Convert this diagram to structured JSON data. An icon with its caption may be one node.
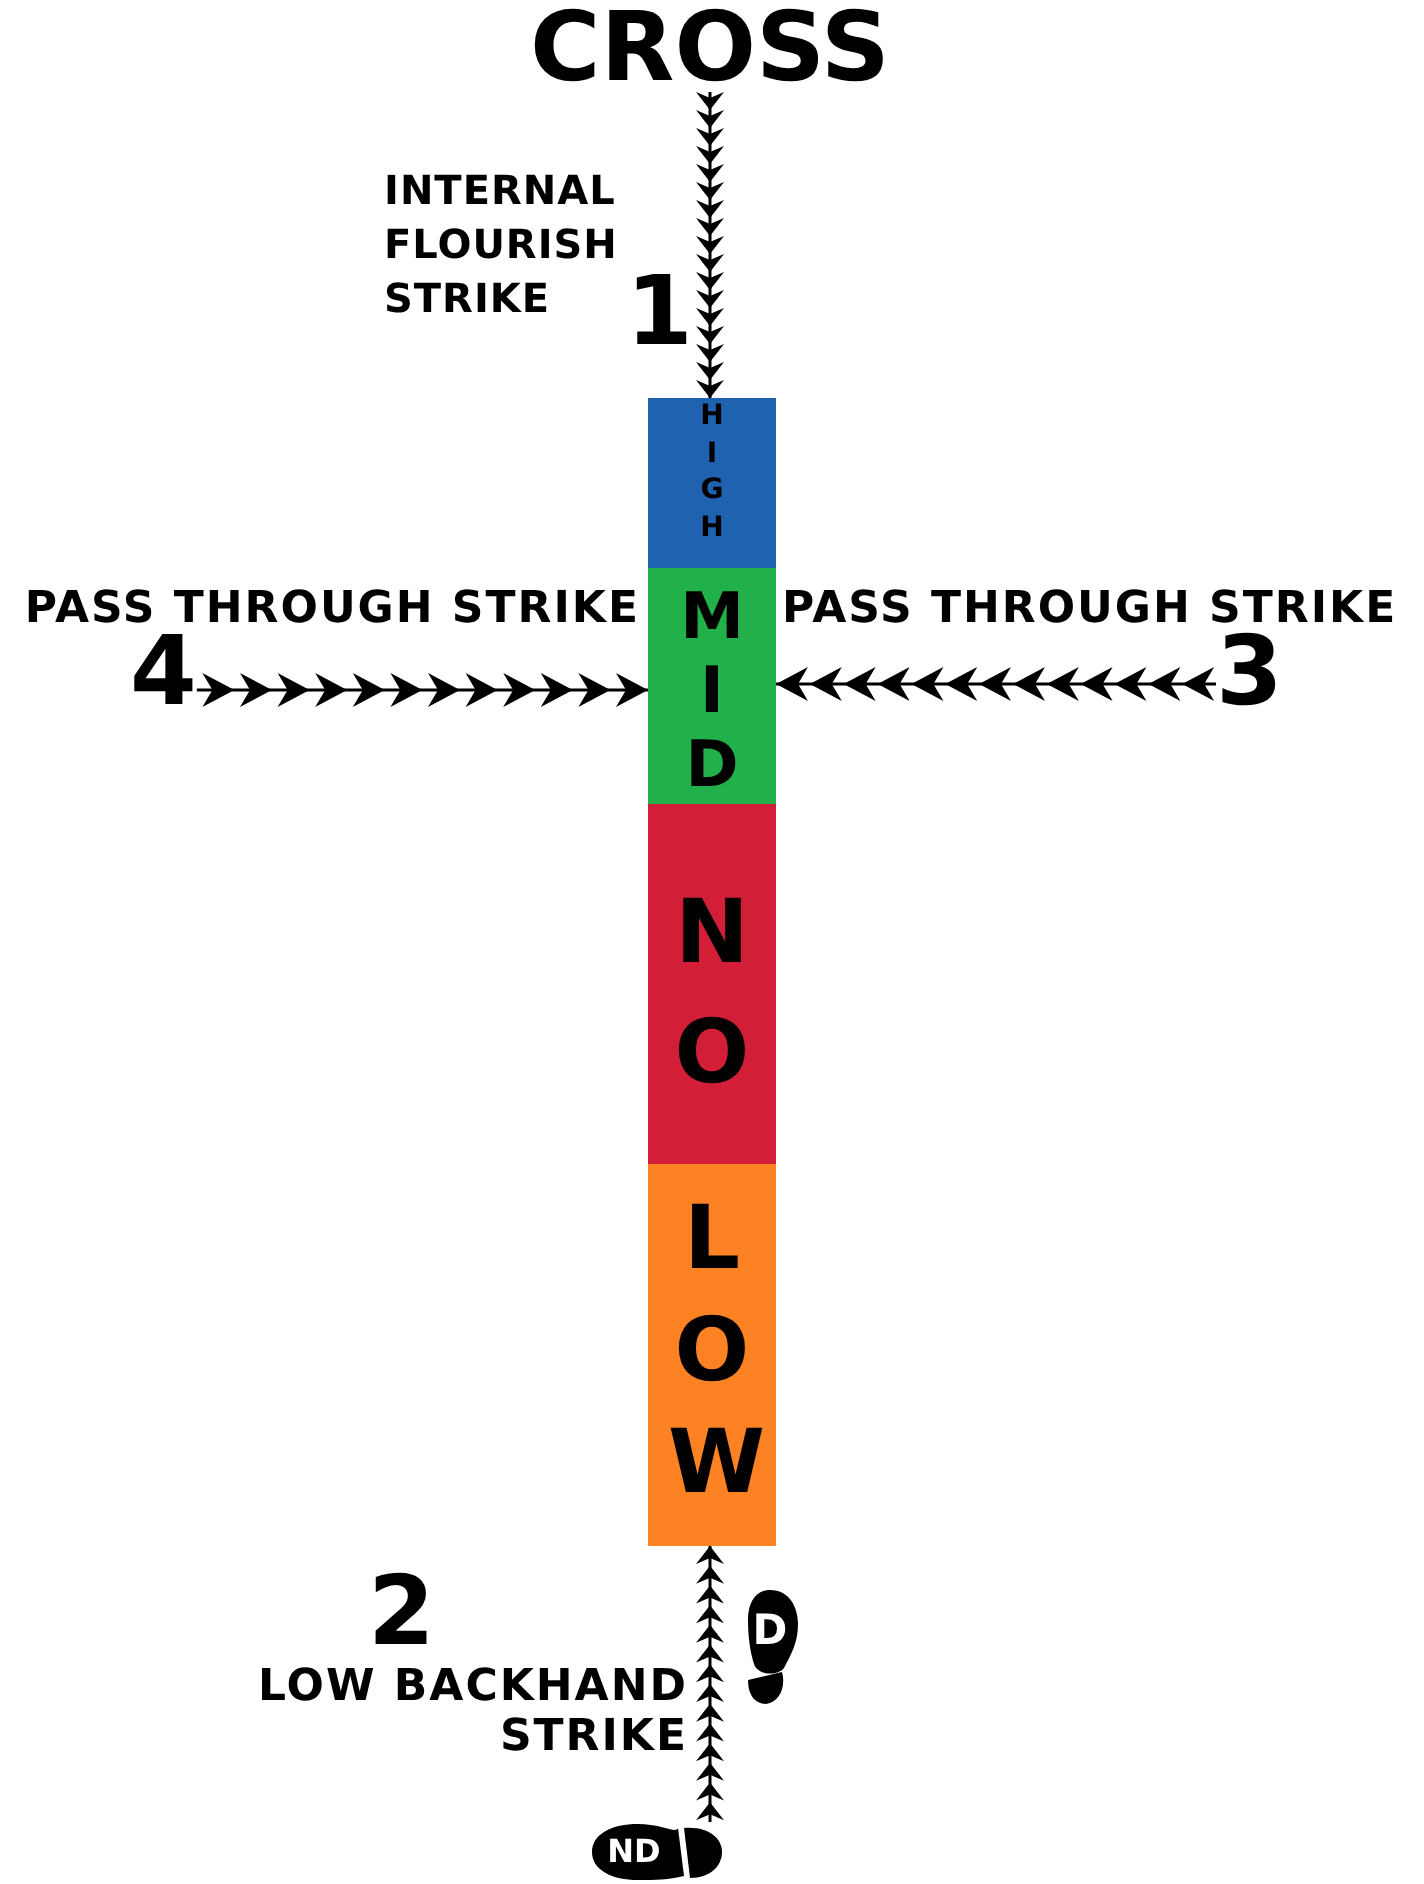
{
  "diagram": {
    "title": "CROSS",
    "nodes": [
      {
        "text": [
          "HIGH"
        ]
      },
      {
        "text": [
          "MID"
        ]
      },
      {
        "text": [
          "NO"
        ]
      },
      {
        "text": [
          "LOW"
        ]
      },
      {
        "text": [
          "4"
        ],
        "beside": [
          "PASS THROUGH STRIKE"
        ]
      },
      {
        "text": [
          "3"
        ],
        "beside": [
          "PASS THROUGH STRIKE"
        ]
      },
      {
        "text": [
          "D"
        ]
      },
      {
        "text": [
          "ND"
        ]
      }
    ],
    "edges": [
      {
        "from": null,
        "to": 0,
        "arrow": "to"
      },
      {
        "from": 4,
        "to": 1,
        "arrow": "to"
      },
      {
        "from": 5,
        "to": 1,
        "arrow": "to"
      },
      {
        "from": 7,
        "to": 3,
        "arrow": "to"
      }
    ],
    "labels": [
      "INTERNAL FLOURISH STRIKE",
      "1",
      "2",
      "LOW BACKHAND STRIKE"
    ]
  }
}
